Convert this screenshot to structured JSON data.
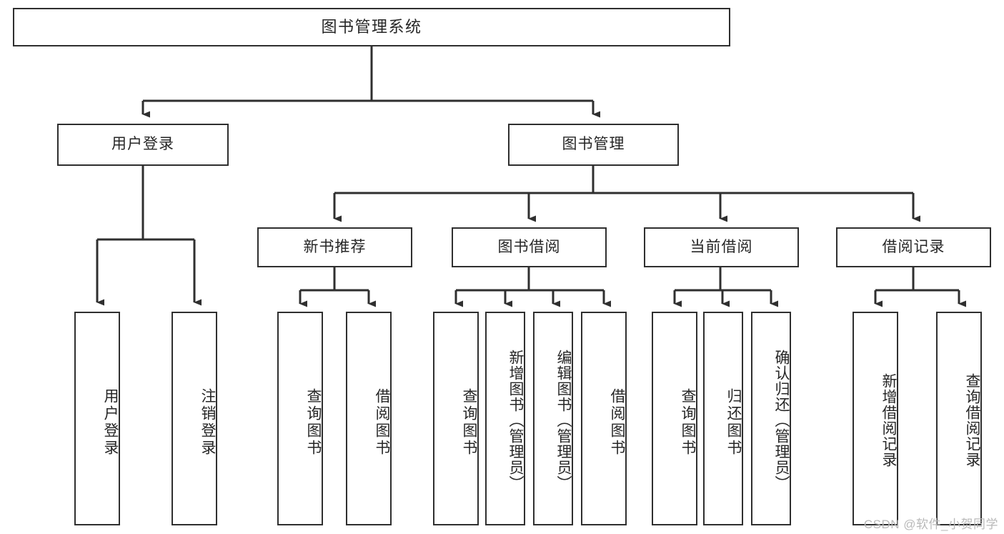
{
  "diagram": {
    "title": "图书管理系统",
    "type": "tree",
    "stroke_color": "#2f2f2f",
    "text_color": "#262626",
    "background_color": "#ffffff",
    "watermark": "CSDN @软件_小贺同学",
    "nodes": {
      "root": "图书管理系统",
      "level2": [
        "用户登录",
        "图书管理"
      ],
      "level3": [
        "新书推荐",
        "图书借阅",
        "当前借阅",
        "借阅记录"
      ],
      "leaves": {
        "user_login": [
          "用户登录",
          "注销登录"
        ],
        "new_book_recommend": [
          "查询图书",
          "借阅图书"
        ],
        "book_borrow": [
          "查询图书",
          "新增图书（管理员）",
          "编辑图书（管理员）",
          "借阅图书"
        ],
        "current_borrow": [
          "查询图书",
          "归还图书",
          "确认归还（管理员）"
        ],
        "borrow_record": [
          "新增借阅记录",
          "查询借阅记录"
        ]
      }
    }
  }
}
